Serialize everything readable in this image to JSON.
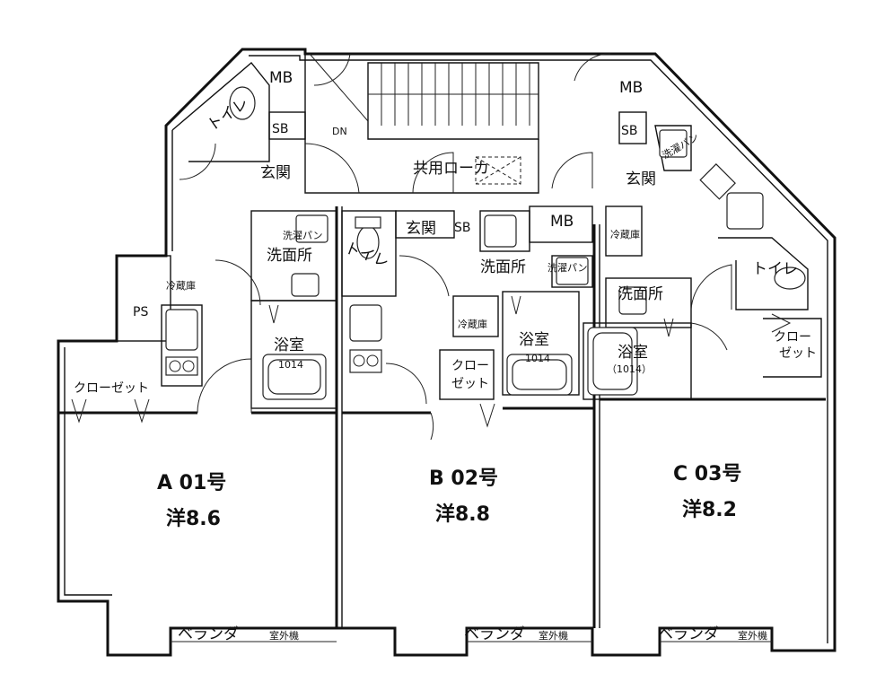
{
  "units": [
    {
      "id": "a",
      "number": "A 01号",
      "size": "洋8.6"
    },
    {
      "id": "b",
      "number": "B 02号",
      "size": "洋8.8"
    },
    {
      "id": "c",
      "number": "C 03号",
      "size": "洋8.2"
    }
  ],
  "labels": {
    "mb": "MB",
    "sb": "SB",
    "dn": "DN",
    "toilet": "トイレ",
    "entrance": "玄関",
    "common_corridor": "共用ローカ",
    "washroom": "洗面所",
    "laundry_pan": "洗濯パン",
    "fridge": "冷蔵庫",
    "ps": "PS",
    "bath": "浴室",
    "bath_size": "1014",
    "bath_size_paren": "（1014）",
    "closet": "クローゼット",
    "closet_top": "クロー",
    "closet_bottom": "ゼット",
    "balcony": "ベランダ",
    "outdoor_unit": "室外機"
  }
}
